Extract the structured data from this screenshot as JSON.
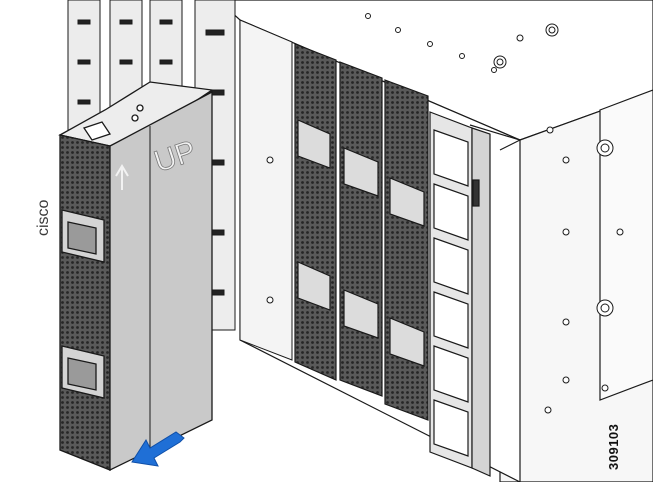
{
  "labels": {
    "module_face": "UP",
    "chassis_logo": "cisco",
    "figure_id": "309103"
  },
  "icons": {
    "direction_arrow": "up-arrow-icon",
    "removal_arrow": "removal-arrow-icon"
  },
  "colors": {
    "removal_arrow": "#1f6fd6",
    "module_body": "#c9c9c9",
    "module_side": "#b0b0b0",
    "outline": "#1a1a1a"
  }
}
